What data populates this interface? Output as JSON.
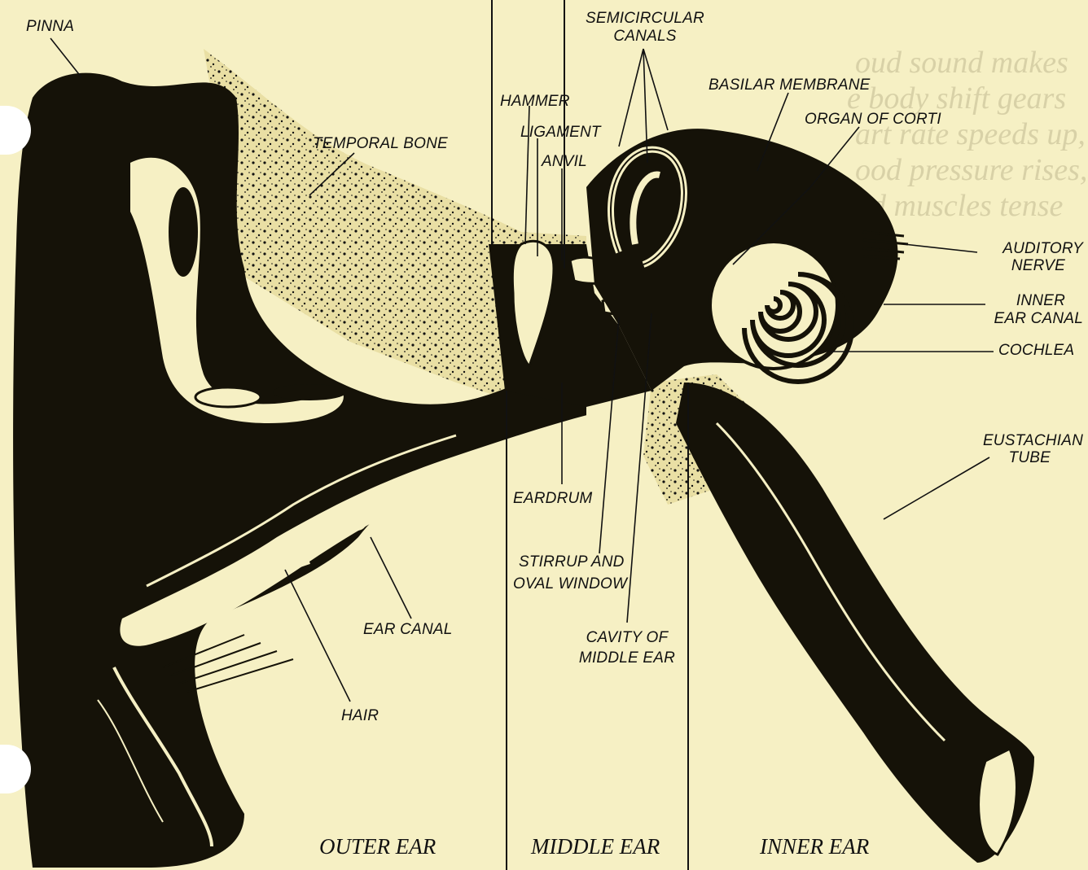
{
  "labels": {
    "pinna": "PINNA",
    "temporal_bone": "TEMPORAL BONE",
    "hammer": "HAMMER",
    "ligament": "LIGAMENT",
    "anvil": "ANVIL",
    "semicircular_1": "SEMICIRCULAR",
    "semicircular_2": "CANALS",
    "basilar_membrane": "BASILAR MEMBRANE",
    "organ_of_corti": "ORGAN OF CORTI",
    "auditory_1": "AUDITORY",
    "auditory_2": "NERVE",
    "inner_canal_1": "INNER",
    "inner_canal_2": "EAR CANAL",
    "cochlea": "COCHLEA",
    "eustachian_1": "EUSTACHIAN",
    "eustachian_2": "TUBE",
    "eardrum": "EARDRUM",
    "stirrup_1": "STIRRUP AND",
    "stirrup_2": "OVAL WINDOW",
    "cavity_1": "CAVITY OF",
    "cavity_2": "MIDDLE EAR",
    "ear_canal": "EAR CANAL",
    "hair": "HAIR"
  },
  "sections": {
    "outer": "OUTER EAR",
    "middle": "MIDDLE EAR",
    "inner": "INNER EAR"
  },
  "background_text": {
    "line1": "oud sound makes",
    "line2": "e body shift gears",
    "line3": "art rate speeds up,",
    "line4": "ood pressure rises,",
    "line5": "nd muscles tense"
  },
  "colors": {
    "paper": "#f6f0c4",
    "ink": "#111111"
  }
}
